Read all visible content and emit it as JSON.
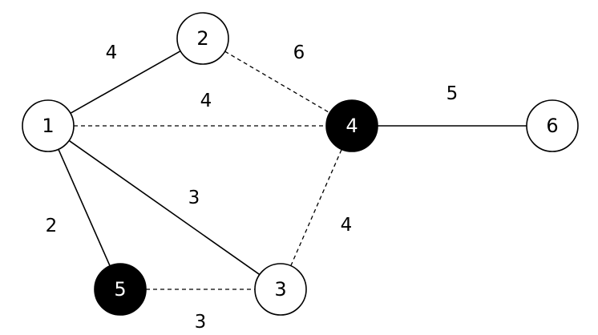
{
  "nodes": [
    {
      "id": "1",
      "label": "1",
      "filled": false
    },
    {
      "id": "2",
      "label": "2",
      "filled": false
    },
    {
      "id": "3",
      "label": "3",
      "filled": false
    },
    {
      "id": "4",
      "label": "4",
      "filled": true
    },
    {
      "id": "5",
      "label": "5",
      "filled": true
    },
    {
      "id": "6",
      "label": "6",
      "filled": false
    }
  ],
  "edges": [
    {
      "from": "1",
      "to": "2",
      "weight": "4",
      "style": "solid"
    },
    {
      "from": "2",
      "to": "4",
      "weight": "6",
      "style": "dashed"
    },
    {
      "from": "1",
      "to": "4",
      "weight": "4",
      "style": "dashed"
    },
    {
      "from": "4",
      "to": "6",
      "weight": "5",
      "style": "solid"
    },
    {
      "from": "1",
      "to": "3",
      "weight": "3",
      "style": "solid"
    },
    {
      "from": "3",
      "to": "4",
      "weight": "4",
      "style": "dashed"
    },
    {
      "from": "1",
      "to": "5",
      "weight": "2",
      "style": "solid"
    },
    {
      "from": "5",
      "to": "3",
      "weight": "3",
      "style": "dashed"
    }
  ],
  "colors": {
    "stroke": "#000000",
    "filled_node": "#000000",
    "empty_node": "#ffffff",
    "filled_text": "#ffffff",
    "empty_text": "#000000"
  }
}
